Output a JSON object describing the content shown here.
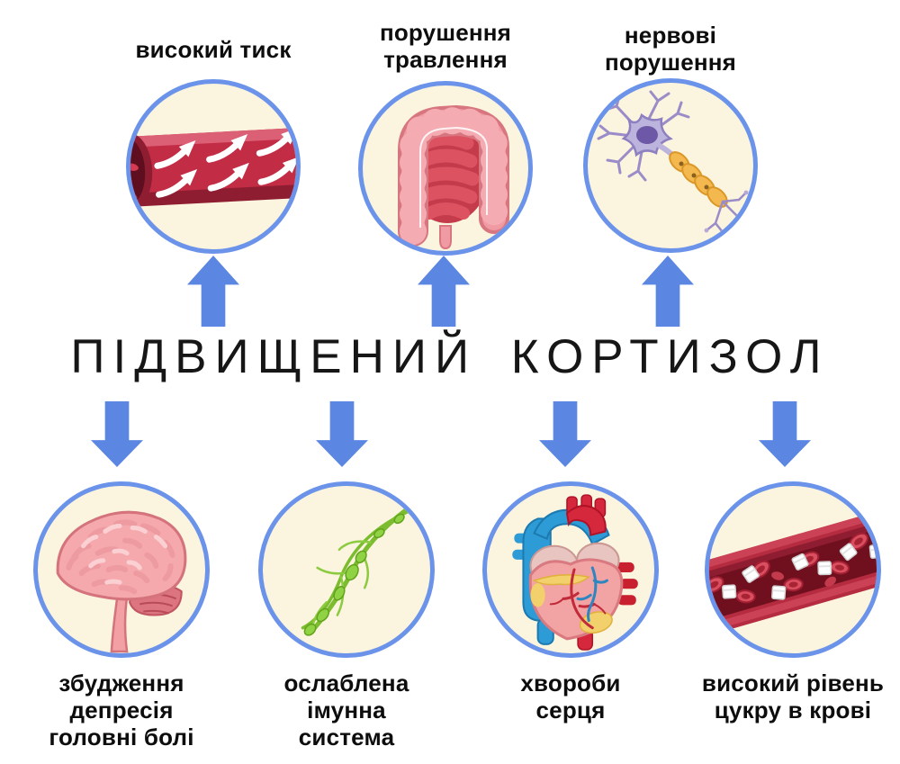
{
  "title": "ПІДВИЩЕНИЙ КОРТИЗОЛ",
  "colors": {
    "background": "#ffffff",
    "circle_fill": "#fbf4de",
    "circle_border": "#6b93ea",
    "arrow": "#5b86e2",
    "text": "#0d0d0d"
  },
  "top_effects": [
    {
      "label": "високий тиск",
      "icon": "blood-vessel-pressure-icon"
    },
    {
      "label": "порушення\nтравлення",
      "icon": "intestines-icon"
    },
    {
      "label": "нервові\nпорушення",
      "icon": "neuron-icon"
    }
  ],
  "bottom_effects": [
    {
      "label": "збудження\nдепресія\nголовні болі",
      "icon": "brain-icon"
    },
    {
      "label": "ослаблена\nімунна\nсистема",
      "icon": "lymph-vessels-icon"
    },
    {
      "label": "хвороби\nсерця",
      "icon": "heart-icon"
    },
    {
      "label": "високий рівень\nцукру в крові",
      "icon": "blood-vessel-sugar-icon"
    }
  ]
}
